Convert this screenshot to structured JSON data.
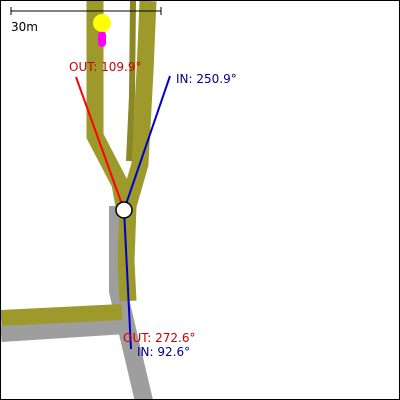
{
  "scale_bar": {
    "label": "30m"
  },
  "colors": {
    "road_olive": "#9d9a2b",
    "road_olive_edge": "#8a8725",
    "road_gray": "#9e9e9e",
    "out_ray": "#ff0000",
    "in_ray": "#0000cc",
    "out_text": "#cc0000",
    "in_text": "#00008b",
    "marker_yellow": "#ffff00",
    "marker_magenta": "#ff00ff",
    "node_fill": "#ffffff",
    "node_stroke": "#000000"
  },
  "junction_top": {
    "out_label": "OUT: 109.9°",
    "in_label": "IN: 250.9°"
  },
  "junction_bottom": {
    "out_label": "OUT: 272.6°",
    "in_label": "IN: 92.6°"
  }
}
